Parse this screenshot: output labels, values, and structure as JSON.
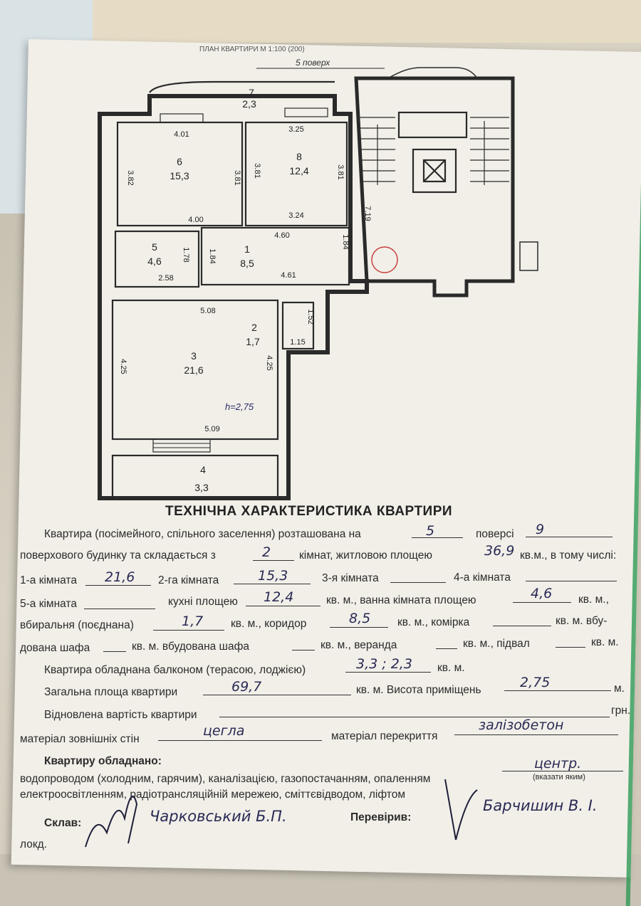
{
  "plan": {
    "header": "ПЛАН КВАРТИРИ М 1:100 (200)",
    "floor_label": "5 поверх",
    "rooms": [
      {
        "id": "7",
        "area": "2,3"
      },
      {
        "id": "6",
        "area": "15,3"
      },
      {
        "id": "8",
        "area": "12,4"
      },
      {
        "id": "5",
        "area": "4,6"
      },
      {
        "id": "1",
        "area": "8,5"
      },
      {
        "id": "2",
        "area": "1,7"
      },
      {
        "id": "3",
        "area": "21,6"
      },
      {
        "id": "4",
        "area": "3,3"
      }
    ],
    "dims": [
      "4.01",
      "3.25",
      "3.82",
      "3.81",
      "3.81",
      "3.81",
      "4.00",
      "3.24",
      "4.60",
      "1.84",
      "1.84",
      "1.78",
      "2.58",
      "4.61",
      "5.08",
      "1.52",
      "1.15",
      "4.25",
      "4.25",
      "5.09",
      "7.19"
    ],
    "height_note": "h=2,75"
  },
  "doc": {
    "title": "ТЕХНІЧНА ХАРАКТЕРИСТИКА КВАРТИРИ",
    "l1a": "Квартира (посімейного, спільного заселення) розташована на",
    "floor": "5",
    "l1b": "поверсі",
    "floors_total": "9",
    "l2a": "поверхового будинку та складається з",
    "rooms_count": "2",
    "l2b": "кімнат, житловою площею",
    "living_area": "36,9",
    "l2c": "кв.м., в тому числі:",
    "r1_label": "1-а кімната",
    "r1": "21,6",
    "r2_label": "2-га кімната",
    "r2": "15,3",
    "r3_label": "3-я кімната",
    "r4_label": "4-а кімната",
    "r5_label": "5-а кімната",
    "kitchen_label": "кухні площею",
    "kitchen": "12,4",
    "bath_label": "кв. м., ванна кімната площею",
    "bath": "4,6",
    "kvm": "кв. м.,",
    "wc_label": "вбиральня (поєднана)",
    "wc": "1,7",
    "corr_label": "кв. м., коридор",
    "corr": "8,5",
    "closet_label": "кв. м., комірка",
    "closet_tail": "кв. м. вбу-",
    "l6": "дована шафа",
    "l6b": "кв. м. вбудована шафа",
    "l6c": "кв. м., веранда",
    "l6d": "кв. м., підвал",
    "l6e": "кв. м.",
    "balcony_label": "Квартира обладнана балконом (терасою, лоджією)",
    "balcony": "3,3 ; 2,3",
    "balcony_unit": "кв. м.",
    "total_label": "Загальна площа квартири",
    "total": "69,7",
    "height_label": "кв. м. Висота приміщень",
    "height": "2,75",
    "m_unit": "м.",
    "value_label": "Відновлена вартість квартири",
    "grn": "грн.",
    "walls_label": "матеріал зовнішніх стін",
    "walls": "цегла",
    "floors_mat_label": "матеріал перекриття",
    "floors_mat": "залізобетон",
    "equipped": "Квартиру обладнано:",
    "equip1": "водопроводом (холодним, гарячим), каналізацією, газопостачанням, опаленням",
    "heating": "центр.",
    "heating_hint": "(вказати яким)",
    "equip2": "електроосвітленням, радіотрансляційній мережею, сміттєвідводом, ліфтом",
    "compiled_label": "Склав:",
    "compiled_by": "Чарковський Б.П.",
    "checked_label": "Перевірив:",
    "checked_by": "Барчишин В. І.",
    "footer": "локд."
  }
}
